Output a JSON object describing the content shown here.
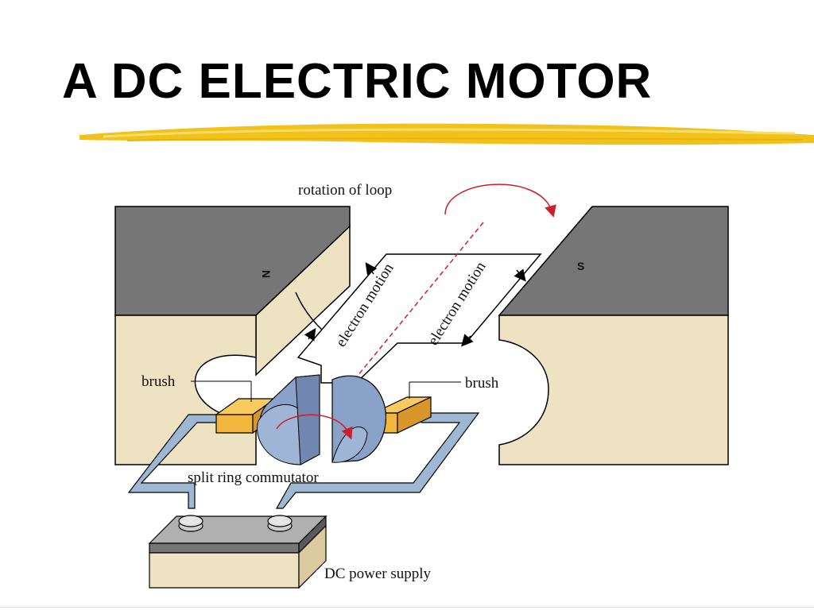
{
  "slide": {
    "title": "A DC ELECTRIC MOTOR"
  },
  "diagram": {
    "labels": {
      "rotation": "rotation of loop",
      "north": "N",
      "south": "S",
      "electron_motion_left": "electron motion",
      "electron_motion_right": "electron motion",
      "brush_left": "brush",
      "brush_right": "brush",
      "commutator": "split ring commutator",
      "power_supply": "DC power supply"
    },
    "colors": {
      "magnet_top": "#767676",
      "magnet_body": "#ede2c2",
      "brush": "#f2b63c",
      "commutator": "#8aa2c8",
      "wire": "#9eb8d4",
      "arrow_red": "#cc1f2d",
      "underline": "#f3c21a"
    }
  }
}
